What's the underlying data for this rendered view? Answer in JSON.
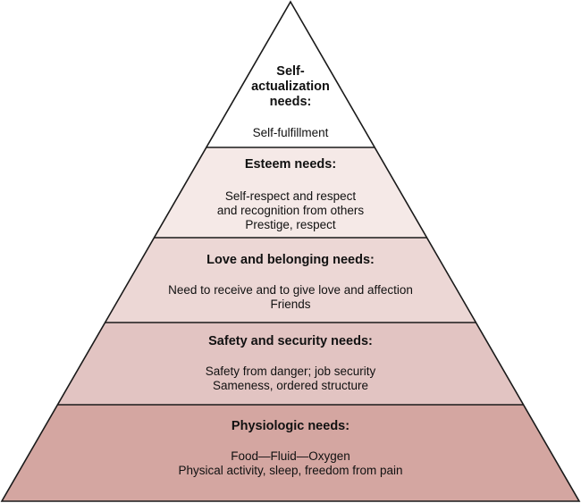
{
  "colors": {
    "outline": "#1a1a1a",
    "tier_self": "#ffffff",
    "tier_esteem": "#f5e9e7",
    "tier_love": "#ecd7d5",
    "tier_safety": "#e2c4c2",
    "tier_phys": "#d4a6a1"
  },
  "levels": {
    "self": {
      "title_lines": [
        "Self-",
        "actualization",
        "needs:"
      ],
      "desc_lines": [
        "Self-fulfillment"
      ]
    },
    "esteem": {
      "title": "Esteem needs:",
      "desc_lines": [
        "Self-respect and respect",
        "and recognition from others",
        "Prestige, respect"
      ]
    },
    "love": {
      "title": "Love and belonging needs:",
      "desc_lines": [
        "Need to receive and to give love and affection",
        "Friends"
      ]
    },
    "safety": {
      "title": "Safety and security needs:",
      "desc_lines": [
        "Safety from danger; job security",
        "Sameness, ordered structure"
      ]
    },
    "phys": {
      "title": "Physiologic needs:",
      "desc_lines": [
        "Food—Fluid—Oxygen",
        "Physical activity, sleep, freedom from pain"
      ]
    }
  }
}
